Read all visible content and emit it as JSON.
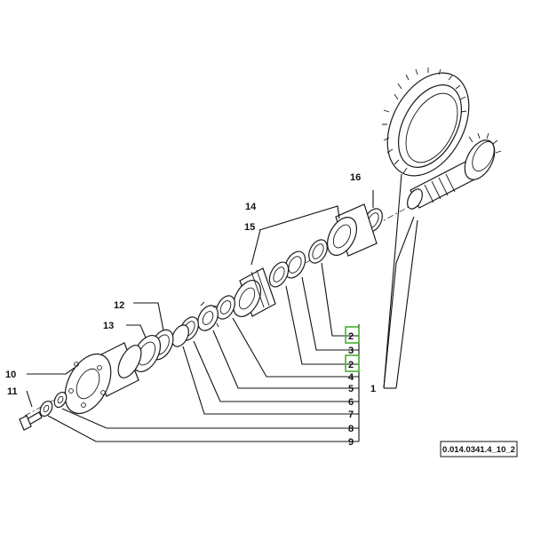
{
  "callouts": {
    "c1": "1",
    "c2a": "2",
    "c2b": "2",
    "c3": "3",
    "c4": "4",
    "c5": "5",
    "c6": "6",
    "c7": "7",
    "c8": "8",
    "c9": "9",
    "c10": "10",
    "c11": "11",
    "c12": "12",
    "c13": "13",
    "c14": "14",
    "c15": "15",
    "c16": "16"
  },
  "reference_code": "0.014.0341.4_10_2",
  "colors": {
    "highlight": "#49b030",
    "line": "#111111"
  }
}
